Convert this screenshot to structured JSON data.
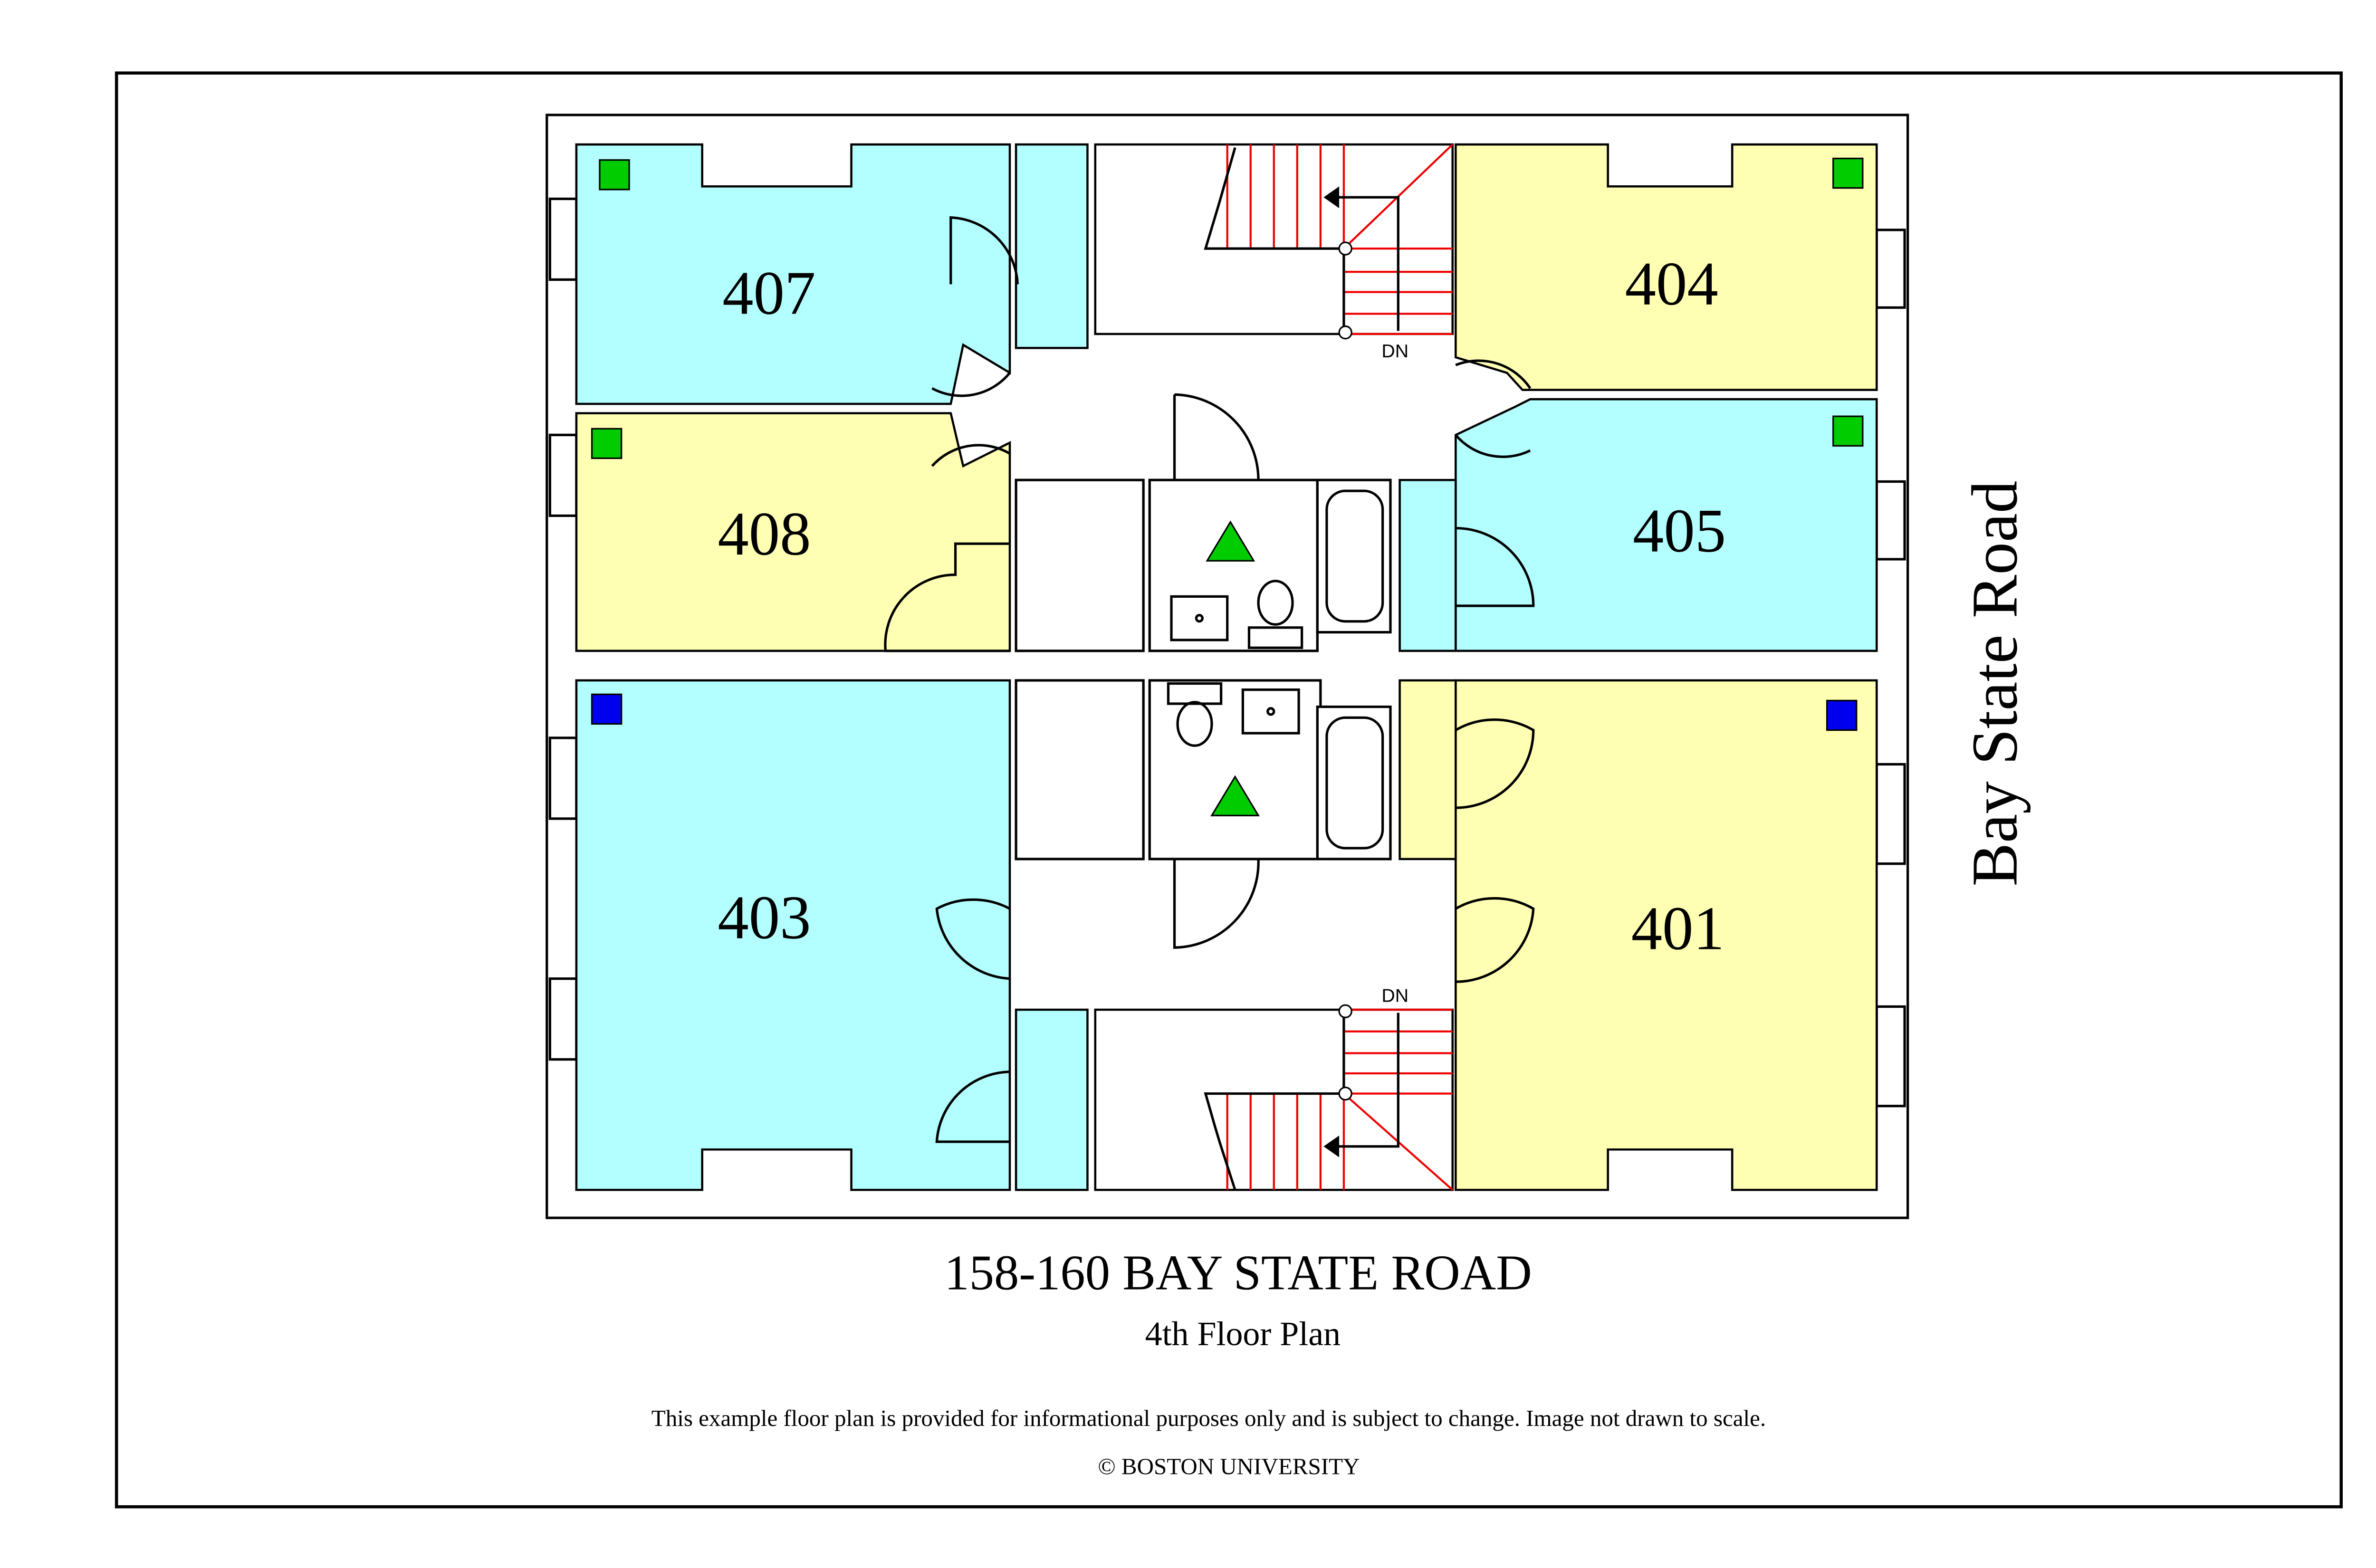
{
  "plan": {
    "title": "158-160 BAY STATE ROAD",
    "subtitle": "4th Floor Plan",
    "disclaimer": "This example floor plan is provided for informational purposes only and is subject to change. Image not drawn to scale.",
    "copyright": "© BOSTON UNIVERSITY",
    "street_label": "Bay State Road"
  },
  "rooms": [
    {
      "number": "407",
      "color": "#b3ffff"
    },
    {
      "number": "404",
      "color": "#ffffb3"
    },
    {
      "number": "408",
      "color": "#ffffb3"
    },
    {
      "number": "405",
      "color": "#b3ffff"
    },
    {
      "number": "403",
      "color": "#b3ffff"
    },
    {
      "number": "401",
      "color": "#ffffb3"
    }
  ],
  "stairs": [
    {
      "label": "DN"
    },
    {
      "label": "DN"
    }
  ],
  "colors": {
    "green_marker": "#00cc00",
    "blue_marker": "#0000ee",
    "stair_line": "#ee0000"
  }
}
